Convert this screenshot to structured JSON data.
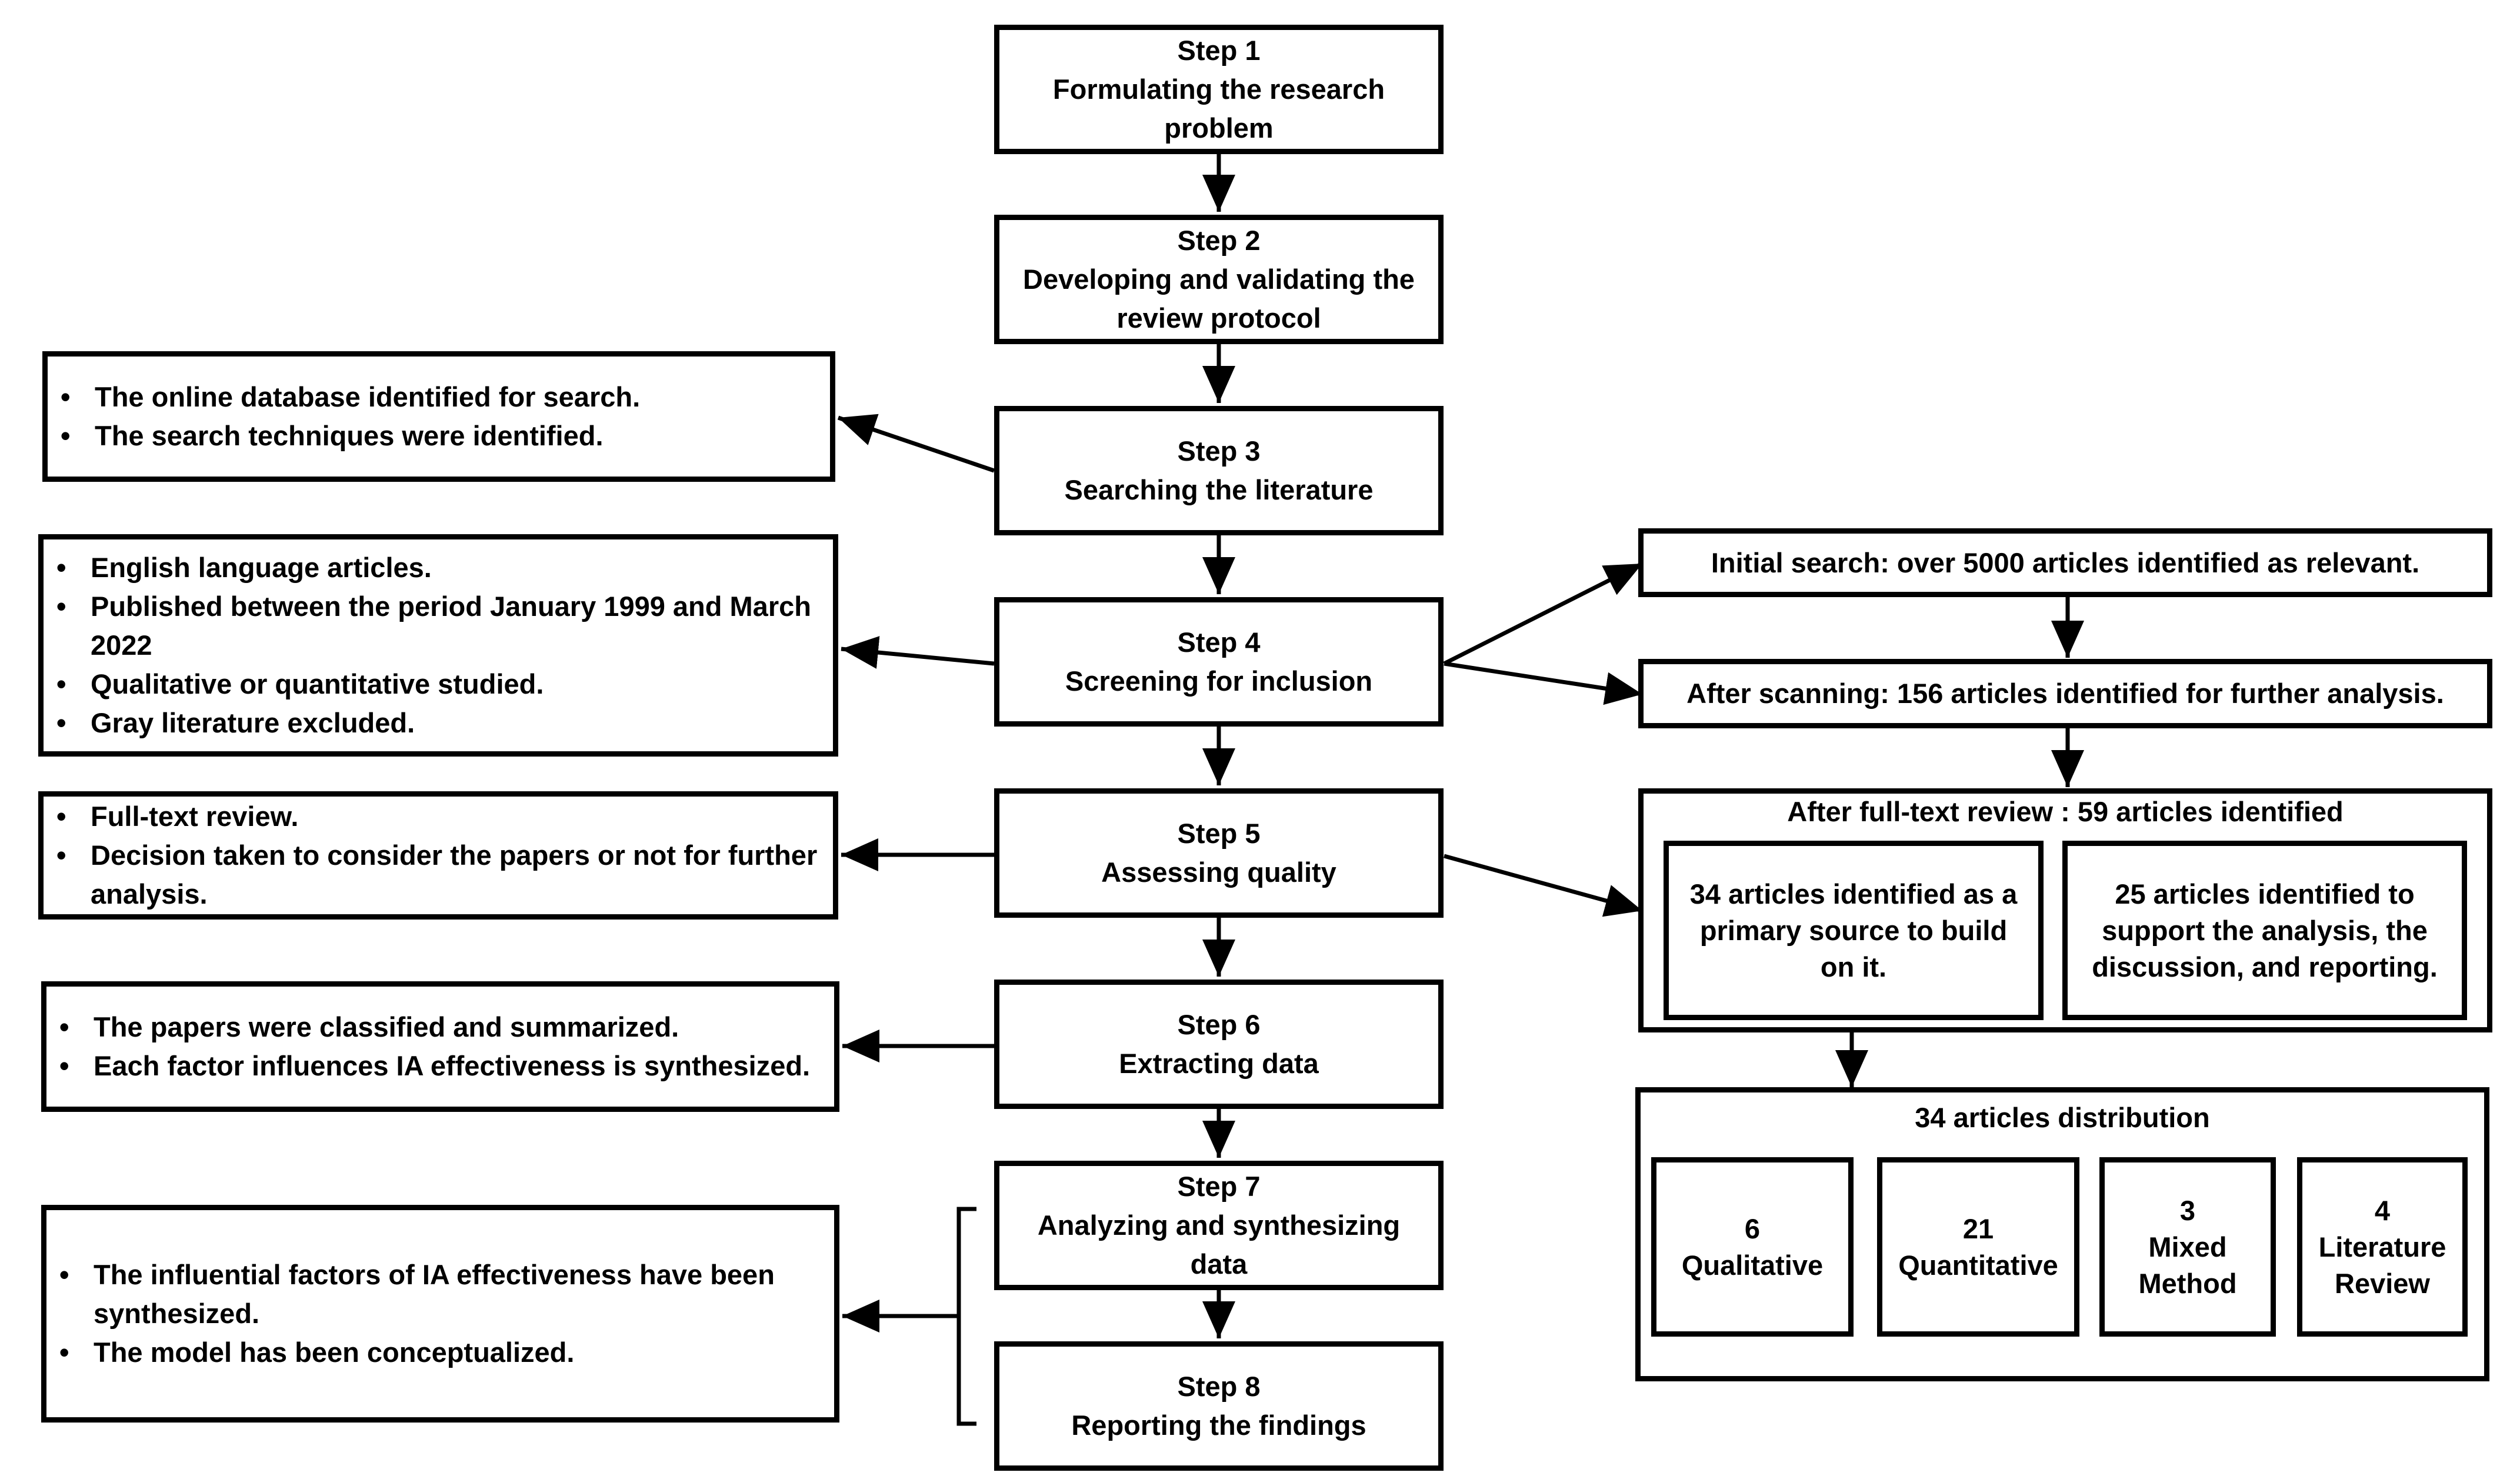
{
  "steps": [
    {
      "num": "Step 1",
      "lines": [
        "Formulating  the research",
        "problem"
      ]
    },
    {
      "num": "Step 2",
      "lines": [
        "Developing and validating the",
        "review protocol"
      ]
    },
    {
      "num": "Step 3",
      "lines": [
        "Searching the literature"
      ]
    },
    {
      "num": "Step 4",
      "lines": [
        "Screening for inclusion"
      ]
    },
    {
      "num": "Step 5",
      "lines": [
        "Assessing quality"
      ]
    },
    {
      "num": "Step 6",
      "lines": [
        "Extracting data"
      ]
    },
    {
      "num": "Step 7",
      "lines": [
        "Analyzing and synthesizing",
        "data"
      ]
    },
    {
      "num": "Step 8",
      "lines": [
        "Reporting the findings"
      ]
    }
  ],
  "left_notes": {
    "step3": [
      "The online database identified for search.",
      "The search techniques were identified."
    ],
    "step4": [
      "English language articles.",
      "Published  between the period January  1999 and March 2022",
      "Qualitative or quantitative studied.",
      "Gray literature excluded."
    ],
    "step5": [
      "Full-text review.",
      "Decision taken to consider the papers or not for further analysis."
    ],
    "step6": [
      "The papers were classified and summarized.",
      "Each factor influences IA effectiveness is synthesized."
    ],
    "step78": [
      "The influential factors of IA effectiveness have been synthesized.",
      "The model has been conceptualized."
    ]
  },
  "right": {
    "initial_search": "Initial search: over 5000 articles identified as relevant.",
    "after_scanning": "After scanning: 156 articles identified for further analysis.",
    "full_text": {
      "title": "After full-text review : 59 articles identified",
      "primary": "34 articles identified as a primary source to build on it.",
      "support": "25 articles identified to support the analysis, the discussion, and reporting."
    },
    "distribution": {
      "title": "34 articles distribution",
      "items": [
        {
          "count": "6",
          "label": "Qualitative"
        },
        {
          "count": "21",
          "label": "Quantitative"
        },
        {
          "count": "3",
          "label": "Mixed Method"
        },
        {
          "count": "4",
          "label": "Literature Review"
        }
      ]
    }
  }
}
